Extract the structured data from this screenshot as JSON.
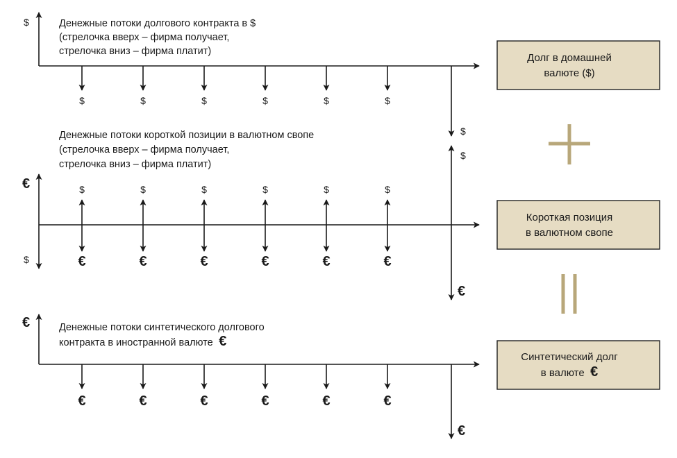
{
  "colors": {
    "box_fill": "#e6dcc3",
    "operator": "#b8a77a",
    "line": "#1a1a1a"
  },
  "symbols": {
    "dollar": "$",
    "euro": "€"
  },
  "timeline_domestic": {
    "caption_lines": [
      "Денежные потоки долгового контракта в $",
      "(стрелочка вверх – фирма получает,",
      "стрелочка вниз – фирма платит)"
    ],
    "vertical_axis_label": "$",
    "periodic_flow_label": "$",
    "final_flow_label": "$"
  },
  "timeline_swap": {
    "caption_lines": [
      "Денежные потоки короткой позиции в валютном свопе",
      "(стрелочка вверх – фирма получает,",
      "стрелочка вниз – фирма платит)"
    ],
    "vertical_axis_top_label": "€",
    "vertical_axis_bottom_label": "$",
    "periodic_up_label": "$",
    "periodic_down_label": "€",
    "final_up_label": "$",
    "final_down_label": "€"
  },
  "timeline_synthetic": {
    "caption_lines": [
      "Денежные потоки синтетического долгового",
      "контракта в иностранной валюте"
    ],
    "caption_symbol": "€",
    "vertical_axis_label": "€",
    "periodic_flow_label": "€",
    "final_flow_label": "€"
  },
  "boxes": {
    "domestic_debt": [
      "Долг в домашней",
      "валюте ($)"
    ],
    "short_swap": [
      "Короткая позиция",
      "в валютном свопе"
    ],
    "synthetic_debt": [
      "Синтетический долг",
      "в валюте"
    ],
    "synthetic_debt_symbol": "€"
  }
}
